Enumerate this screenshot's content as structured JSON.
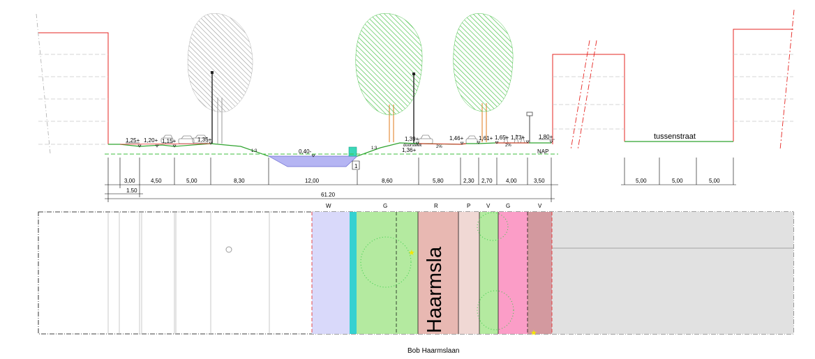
{
  "section": {
    "levels": [
      {
        "id": "lvl1",
        "text": "1,25+"
      },
      {
        "id": "lvl2",
        "text": "1,20+"
      },
      {
        "id": "lvl3",
        "text": "1,15+"
      },
      {
        "id": "lvl4",
        "text": "1,35+"
      },
      {
        "id": "lvl5",
        "text": "0,40-"
      },
      {
        "id": "lvl6",
        "text": "1,39+"
      },
      {
        "id": "lvl7",
        "text": "1,36+"
      },
      {
        "id": "lvl8",
        "text": "1,46+"
      },
      {
        "id": "lvl9",
        "text": "1,61+"
      },
      {
        "id": "lvl10",
        "text": "1,65+"
      },
      {
        "id": "lvl11",
        "text": "1,73+"
      },
      {
        "id": "lvl12",
        "text": "1,80+"
      }
    ],
    "slope_left": "1:3",
    "slope_right": "1:3",
    "gradient_1": "2%",
    "gradient_2": "2%",
    "doorsteek_label": "doorsteek",
    "water_depth_marker": "1",
    "nap_label": "NAP",
    "street_label": "tussenstraat",
    "dimensions": [
      "3,00",
      "4,50",
      "5,00",
      "8,30",
      "12,00",
      "8,60",
      "5,80",
      "2,30",
      "2,70",
      "4,00",
      "3,50"
    ],
    "sub_dimension": "1.50",
    "total_width": "61.20",
    "side_dimensions": [
      "5,00",
      "5,00",
      "5,00"
    ]
  },
  "plan": {
    "zones": [
      "W",
      "G",
      "R",
      "P",
      "V",
      "G",
      "V"
    ],
    "street_name_vertical": "Haarmsla",
    "caption": "Bob Haarmslaan"
  },
  "colors": {
    "facade": "#e52420",
    "ground_green": "#2ea32e",
    "nap_green": "#3fbf3f",
    "water": "#b5b5f3",
    "tree_grey": "#9a9a9a",
    "tree_green": "#4cc24c",
    "trunk": "#e07a1a",
    "plan_water": "#d9d9fa",
    "plan_canal_edge": "#35d1d1",
    "plan_green": "#b4eaa0",
    "plan_road": "#e8b8b2",
    "plan_parking": "#f0d8d4",
    "plan_bike_pink": "#fb9dc7",
    "plan_bike_mauve": "#d3999f",
    "plan_side": "#e1e1e1"
  }
}
